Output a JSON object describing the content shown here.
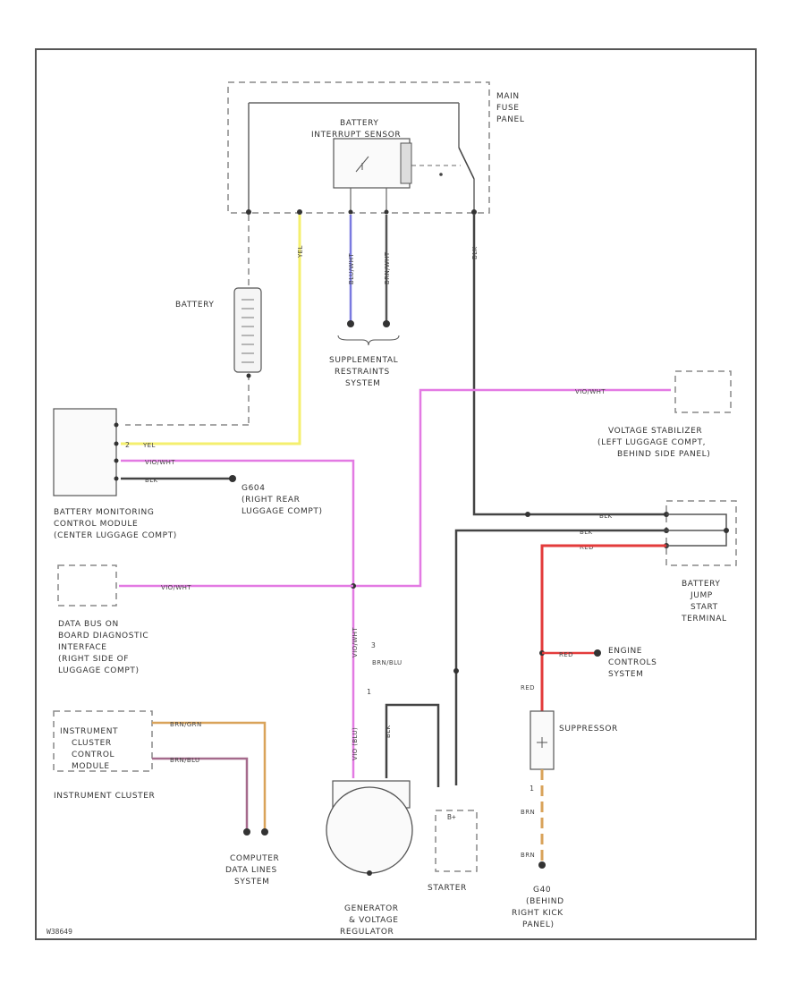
{
  "colors": {
    "yellow": "#f4ef6e",
    "pink": "#e37ae3",
    "black": "#444444",
    "red": "#e33b3b",
    "brown": "#d9a35a",
    "blue": "#7a7ae0",
    "border": "#555555"
  },
  "components": {
    "main_fuse_panel": [
      "MAIN",
      "FUSE",
      "PANEL"
    ],
    "battery_interrupt_sensor": [
      "BATTERY",
      "INTERRUPT SENSOR"
    ],
    "battery": "BATTERY",
    "srs": [
      "SUPPLEMENTAL",
      "RESTRAINTS",
      "SYSTEM"
    ],
    "voltage_stabilizer": [
      "VOLTAGE STABILIZER",
      "(LEFT LUGGAGE COMPT,",
      "BEHIND SIDE PANEL)"
    ],
    "bmcm": [
      "BATTERY MONITORING",
      "CONTROL MODULE",
      "(CENTER LUGGAGE COMPT)"
    ],
    "g604": [
      "G604",
      "(RIGHT REAR",
      "LUGGAGE COMPT)"
    ],
    "jump_start": [
      "BATTERY",
      "JUMP",
      "START",
      "TERMINAL"
    ],
    "data_bus": [
      "DATA BUS ON",
      "BOARD DIAGNOSTIC",
      "INTERFACE",
      "(RIGHT SIDE OF",
      "LUGGAGE COMPT)"
    ],
    "engine_controls": [
      "ENGINE",
      "CONTROLS",
      "SYSTEM"
    ],
    "suppressor": "SUPPRESSOR",
    "instrument_cluster_module": [
      "INSTRUMENT",
      "CLUSTER",
      "CONTROL",
      "MODULE"
    ],
    "instrument_cluster": "INSTRUMENT CLUSTER",
    "computer_data_lines": [
      "COMPUTER",
      "DATA LINES",
      "SYSTEM"
    ],
    "generator": [
      "GENERATOR",
      "& VOLTAGE",
      "REGULATOR"
    ],
    "starter": "STARTER",
    "g40": [
      "G40",
      "(BEHIND",
      "RIGHT KICK",
      "PANEL)"
    ],
    "diagram_id": "W38649"
  },
  "wires": {
    "yel": "YEL",
    "vio_wht": "VIO/WHT",
    "blk": "BLK",
    "blu_wht": "BLU/WHT",
    "brn_wht": "BRN/WHT",
    "red": "RED",
    "brn": "BRN",
    "brn_grn": "BRN/GRN",
    "brn_blu": "BRN/BLU",
    "brn_small": "BRN",
    "vio_blu": "VIO (BLU)",
    "b_plus": "B+",
    "pin_1": "1",
    "pin_2": "2",
    "pin_3": "3"
  }
}
